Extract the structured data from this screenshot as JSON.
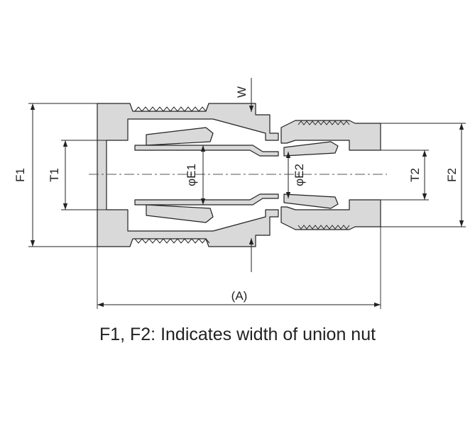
{
  "labels": {
    "f1": "F1",
    "t1": "T1",
    "e1": "φE1",
    "e2": "φE2",
    "t2": "T2",
    "f2": "F2",
    "w": "W",
    "a": "(A)"
  },
  "caption": "F1, F2: Indicates width of union nut",
  "colors": {
    "body_fill": "#d9d9d9",
    "line": "#222222",
    "centerline": "#555555"
  }
}
